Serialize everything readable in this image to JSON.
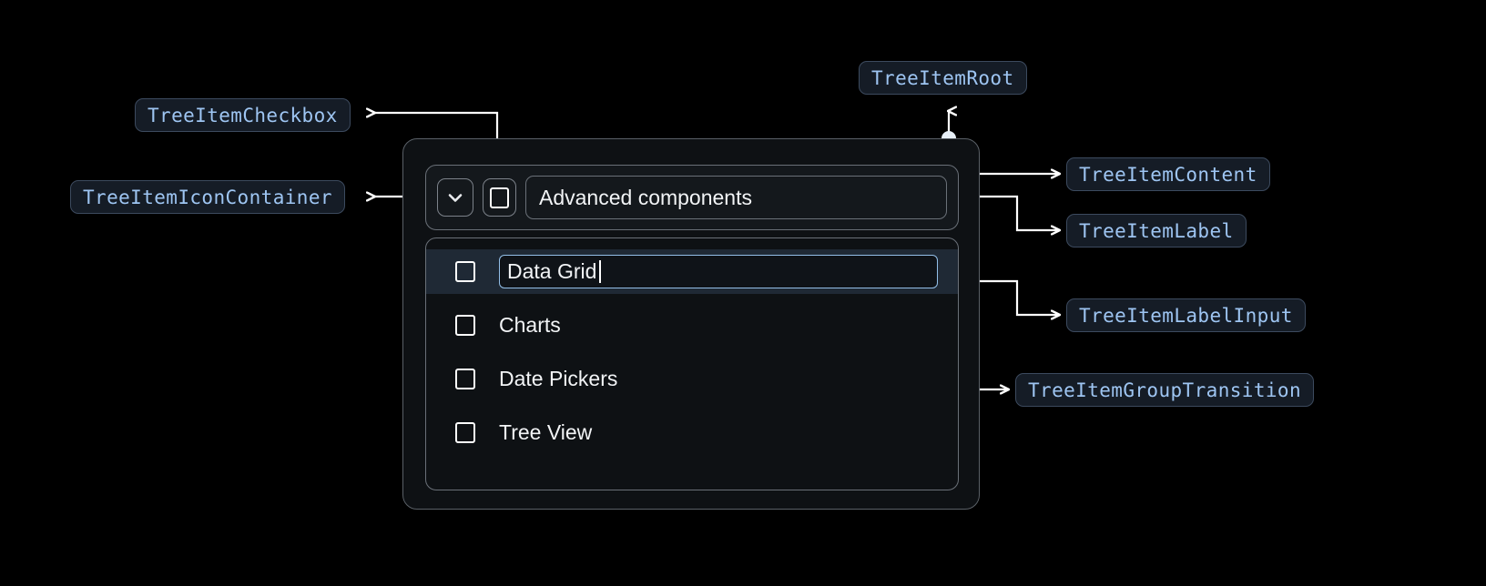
{
  "theme": {
    "page_background": "#000000",
    "badge_background": "#151c26",
    "badge_border": "#3c4a5e",
    "badge_text": "#9ec5f2",
    "container_border": "#6a7078",
    "wire_color": "#ffffff",
    "selected_row": "#1f2935",
    "input_focus_border": "#93bfe8",
    "text_primary": "#f2f4f6"
  },
  "annotations": [
    {
      "id": "tree-item-checkbox",
      "label": "TreeItemCheckbox"
    },
    {
      "id": "tree-item-icon-container",
      "label": "TreeItemIconContainer"
    },
    {
      "id": "tree-item-root",
      "label": "TreeItemRoot"
    },
    {
      "id": "tree-item-content",
      "label": "TreeItemContent"
    },
    {
      "id": "tree-item-label",
      "label": "TreeItemLabel"
    },
    {
      "id": "tree-item-label-input",
      "label": "TreeItemLabelInput"
    },
    {
      "id": "tree-item-group-transition",
      "label": "TreeItemGroupTransition"
    }
  ],
  "tree": {
    "root_label": "Advanced components",
    "expand_icon": "chevron-down-icon",
    "root_checkbox_checked": false,
    "editing_item_index": 0,
    "label_input_value": "Data Grid",
    "items": [
      {
        "label": "Data Grid",
        "checked": false,
        "editing": true
      },
      {
        "label": "Charts",
        "checked": false,
        "editing": false
      },
      {
        "label": "Date Pickers",
        "checked": false,
        "editing": false
      },
      {
        "label": "Tree View",
        "checked": false,
        "editing": false
      }
    ]
  }
}
